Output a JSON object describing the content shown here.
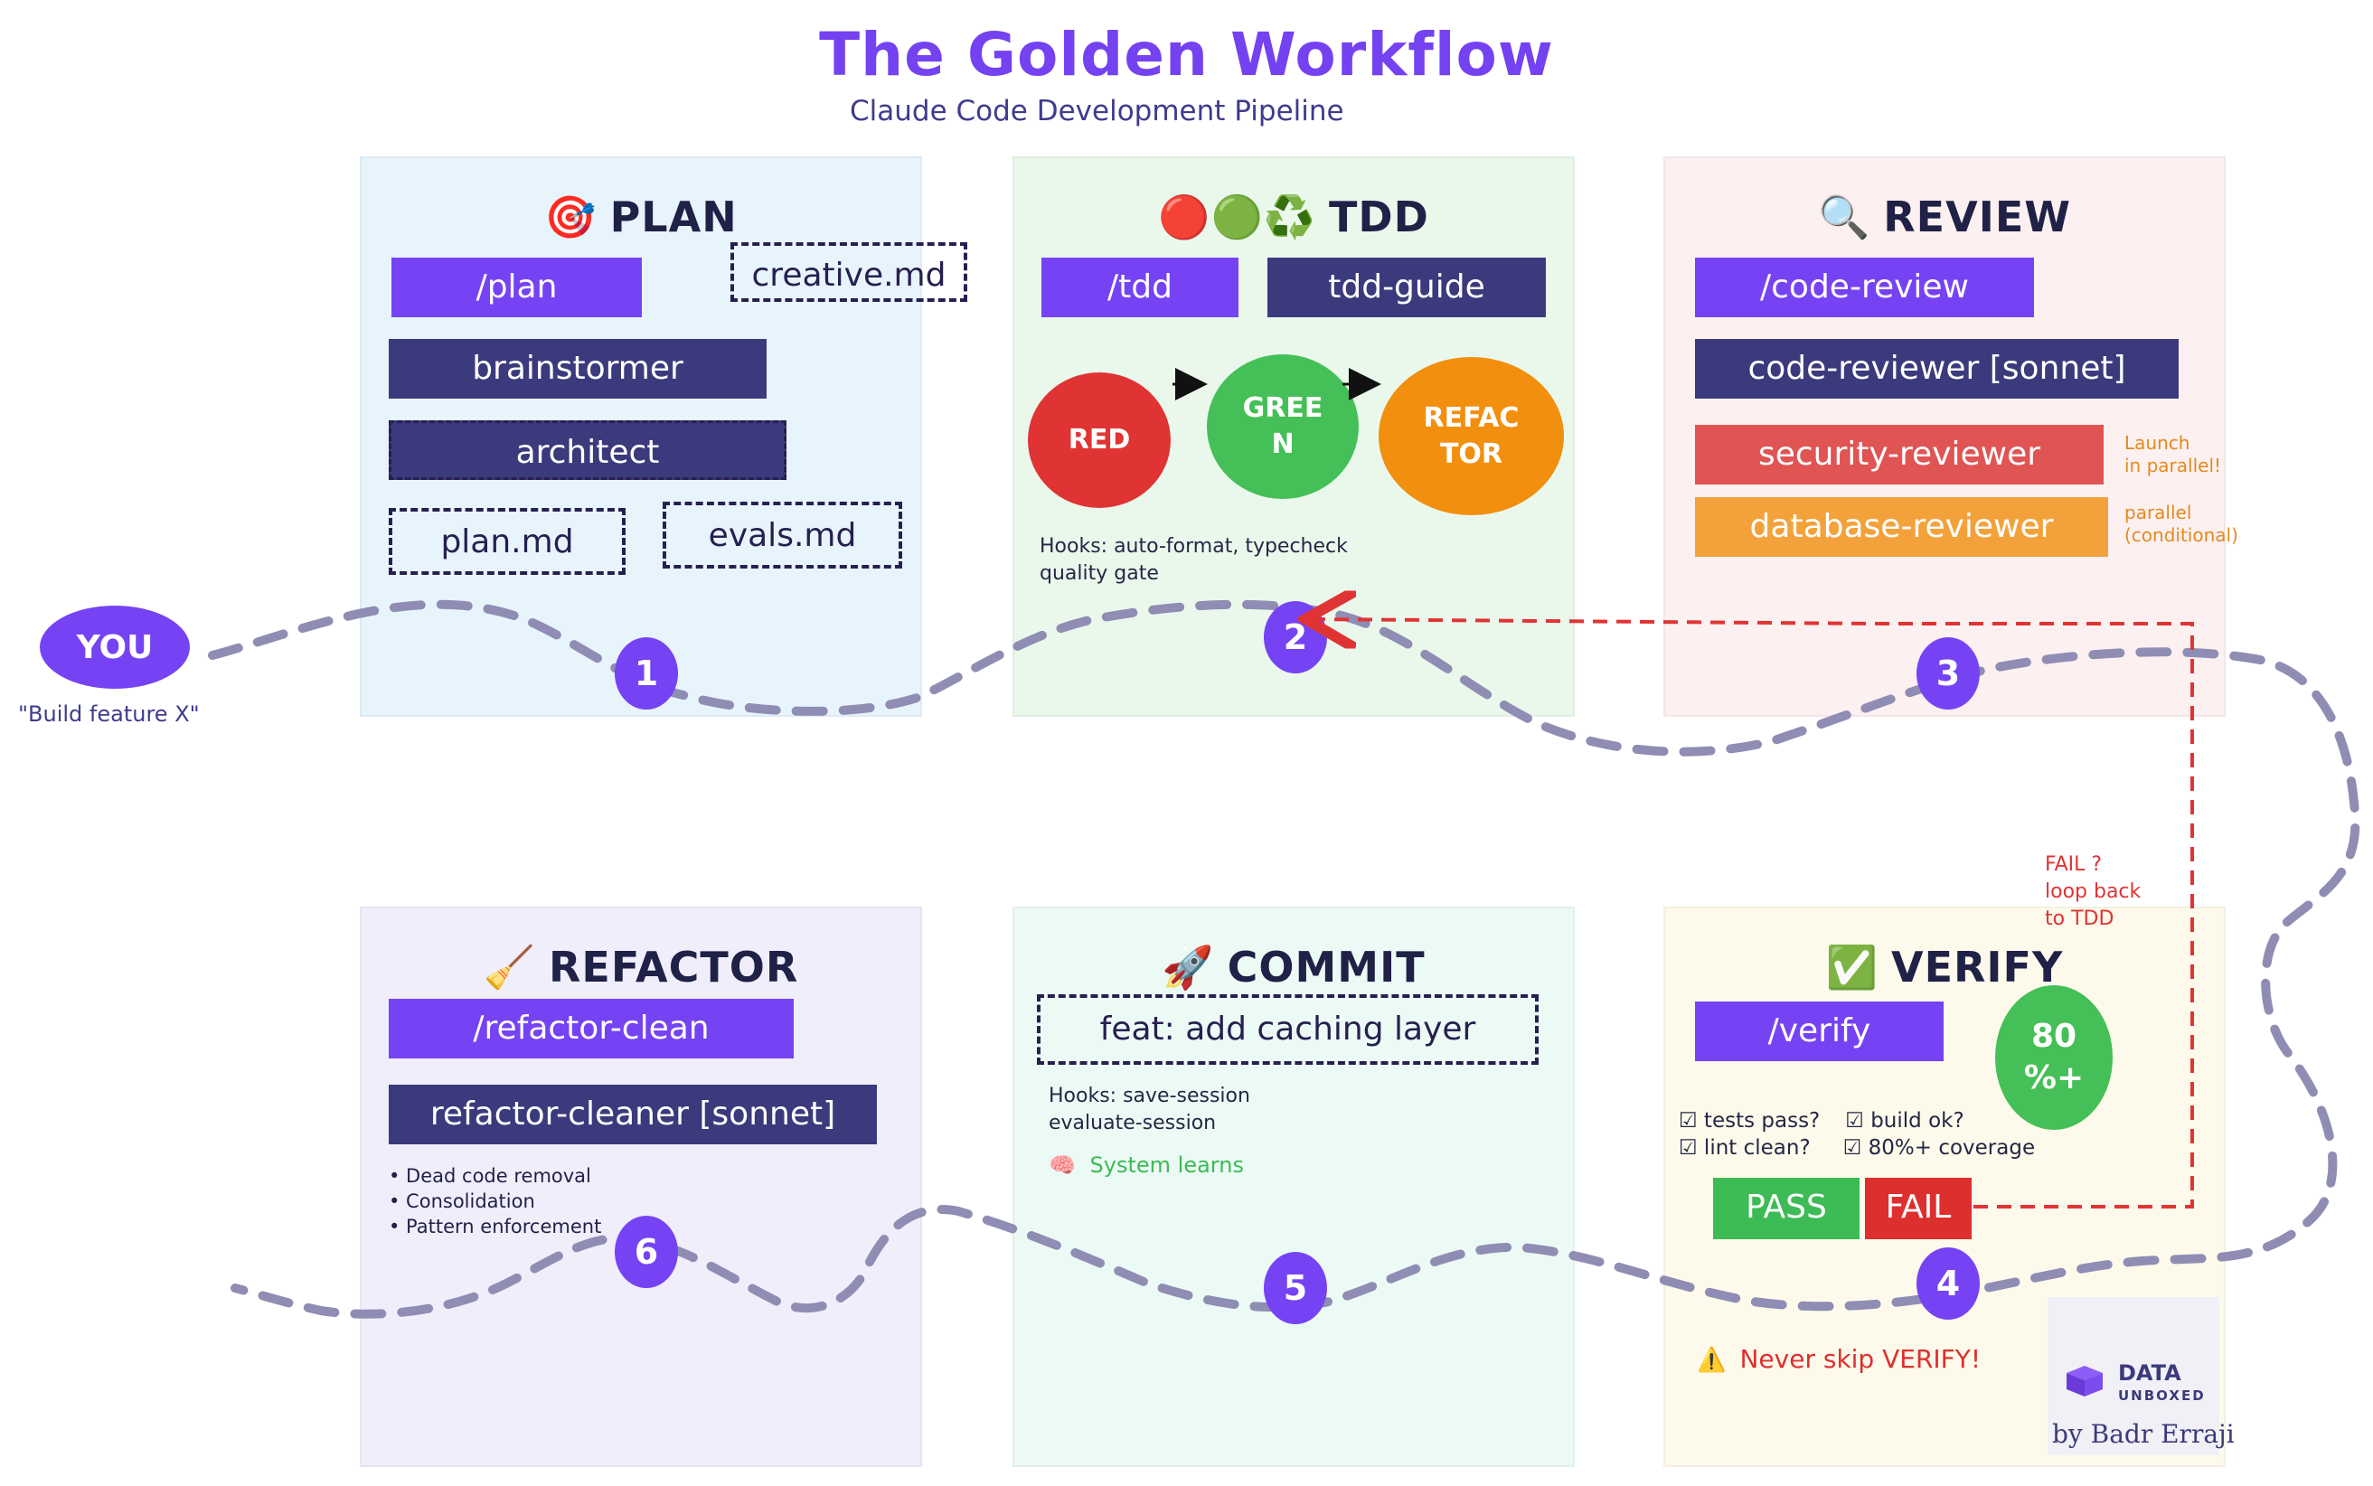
{
  "title": "The Golden Workflow",
  "subtitle": "Claude Code Development Pipeline",
  "start": {
    "label": "YOU",
    "quote": "\"Build feature X\""
  },
  "plan": {
    "icon": "🎯",
    "heading": "PLAN",
    "command": "/plan",
    "file_creative": "creative.md",
    "agent_brainstormer": "brainstormer",
    "agent_architect": "architect",
    "file_plan": "plan.md",
    "file_evals": "evals.md",
    "step": "1"
  },
  "tdd": {
    "icon": "🔴🟢♻️",
    "heading": "TDD",
    "command": "/tdd",
    "agent": "tdd-guide",
    "cycle_red": "RED",
    "cycle_green": "GREE\nN",
    "cycle_refactor": "REFAC\nTOR",
    "hooks_line1": "Hooks: auto-format, typecheck",
    "hooks_line2": "quality gate",
    "step": "2"
  },
  "review": {
    "icon": "🔍",
    "heading": "REVIEW",
    "command": "/code-review",
    "agent_code": "code-reviewer [sonnet]",
    "agent_security": "security-reviewer",
    "agent_database": "database-reviewer",
    "note_security_1": "Launch",
    "note_security_2": "in parallel!",
    "note_database_1": "parallel",
    "note_database_2": "(conditional)",
    "step": "3"
  },
  "verify": {
    "icon": "✅",
    "heading": "VERIFY",
    "command": "/verify",
    "coverage_badge": "80\n%+",
    "check_tests": "☑ tests pass?",
    "check_build": "☑ build ok?",
    "check_lint": "☑ lint clean?",
    "check_coverage": "☑ 80%+ coverage",
    "pass_label": "PASS",
    "fail_label": "FAIL",
    "loop_line1": "FAIL ?",
    "loop_line2": "loop back",
    "loop_line3": "to TDD",
    "warning_icon": "⚠️",
    "warning_text": "Never skip VERIFY!",
    "step": "4"
  },
  "commit": {
    "icon": "🚀",
    "heading": "COMMIT",
    "message": "feat: add caching layer",
    "hooks_line1": "Hooks: save-session",
    "hooks_line2": "evaluate-session",
    "learn_icon": "🧠",
    "learn_text": "System learns",
    "step": "5"
  },
  "refactor": {
    "icon": "🧹",
    "heading": "REFACTOR",
    "command": "/refactor-clean",
    "agent": "refactor-cleaner [sonnet]",
    "bullets": [
      "• Dead code removal",
      "• Consolidation",
      "• Pattern enforcement"
    ],
    "step": "6"
  },
  "branding": {
    "logo_line1": "DATA",
    "logo_line2": "UNBOXED",
    "author": "by Badr Erraji"
  },
  "colors": {
    "accent": "#7543f3",
    "agent": "#3b3a7c",
    "path": "#8f8db3",
    "red": "#e03434",
    "green": "#45bf57",
    "orange": "#f28f0e",
    "loop": "#e03434"
  }
}
